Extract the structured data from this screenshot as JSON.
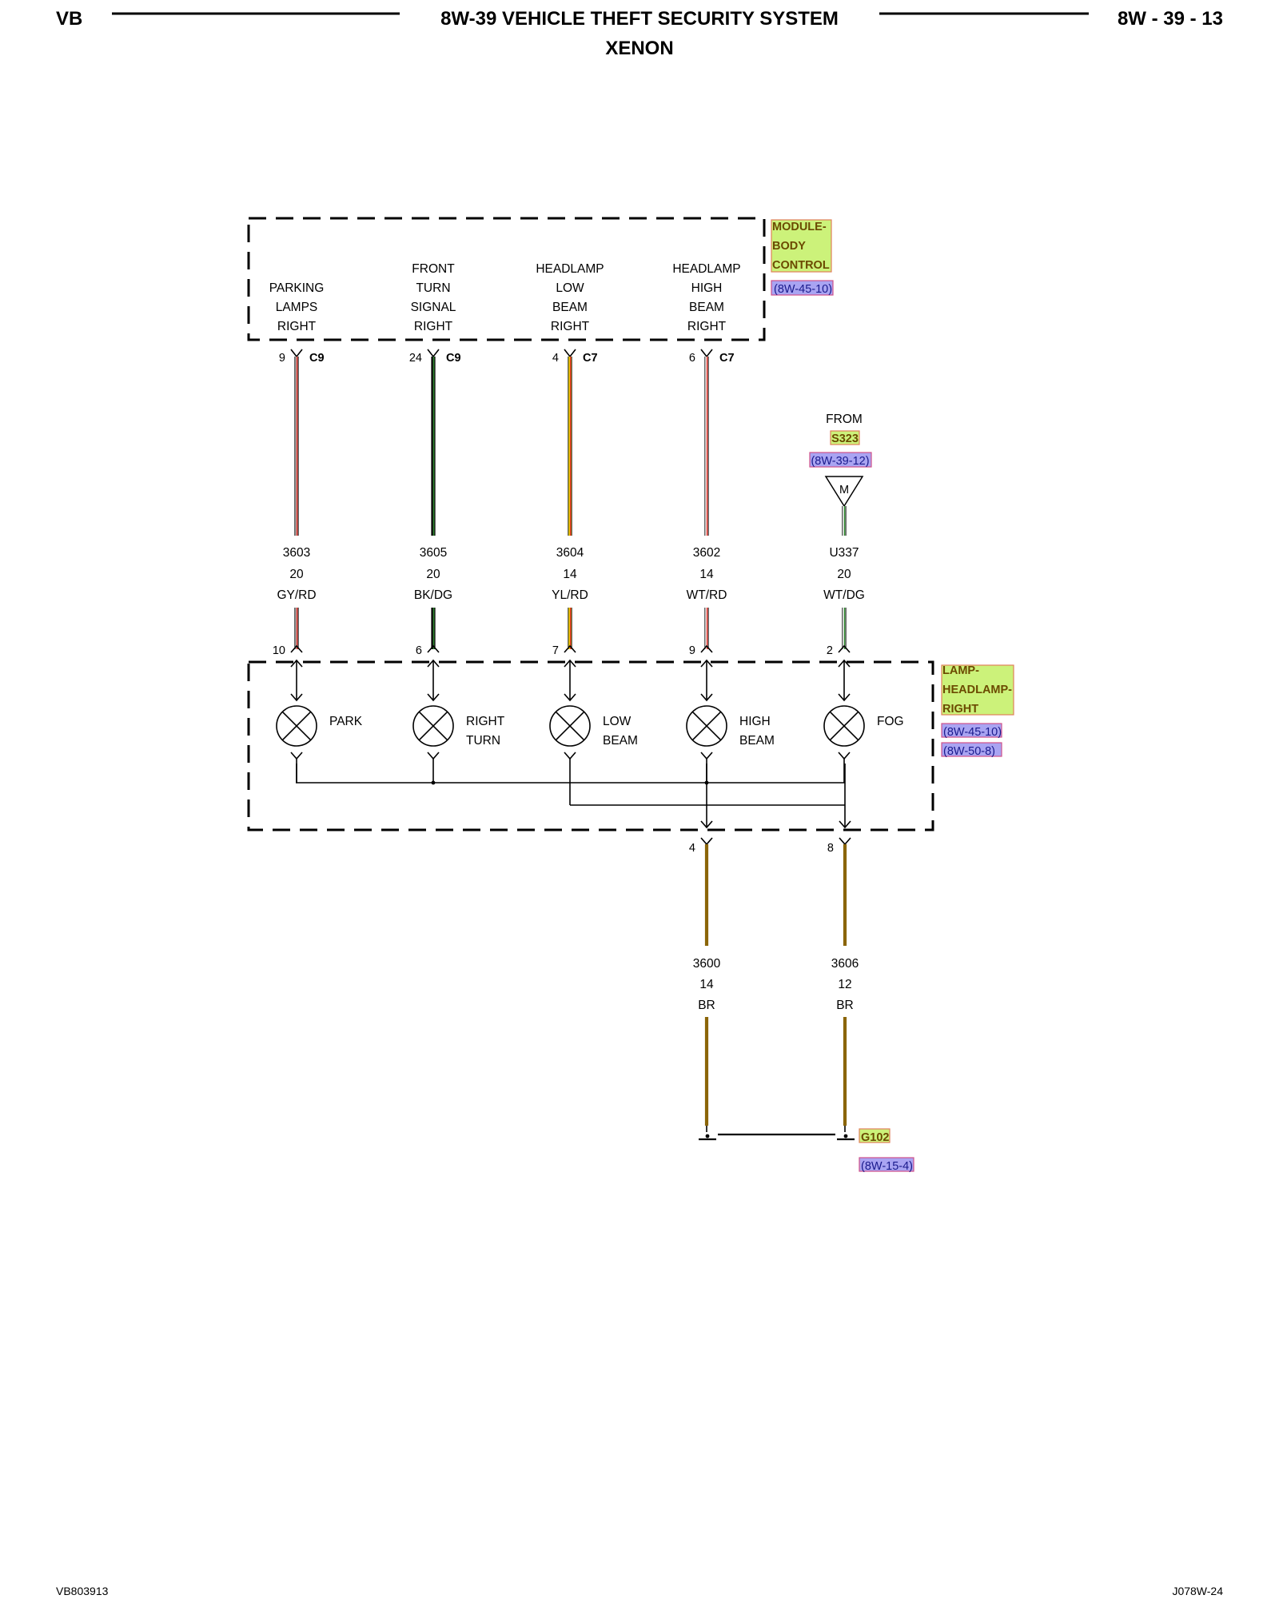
{
  "header": {
    "left": "VB",
    "title": "8W-39 VEHICLE THEFT SECURITY SYSTEM",
    "subtitle": "XENON",
    "page": "8W - 39 - 13"
  },
  "footer": {
    "left": "VB803913",
    "right": "J078W-24"
  },
  "module": {
    "name_lines": [
      "MODULE-",
      "BODY",
      "CONTROL"
    ],
    "ref": "(8W-45-10)",
    "circuits": [
      {
        "lines": [
          "PARKING",
          "LAMPS",
          "RIGHT"
        ],
        "pin": "9",
        "connector": "C9"
      },
      {
        "lines": [
          "FRONT",
          "TURN",
          "SIGNAL",
          "RIGHT"
        ],
        "pin": "24",
        "connector": "C9"
      },
      {
        "lines": [
          "HEADLAMP",
          "LOW",
          "BEAM",
          "RIGHT"
        ],
        "pin": "4",
        "connector": "C7"
      },
      {
        "lines": [
          "HEADLAMP",
          "HIGH",
          "BEAM",
          "RIGHT"
        ],
        "pin": "6",
        "connector": "C7"
      }
    ]
  },
  "splice_source": {
    "from": "FROM",
    "splice": "S323",
    "ref": "(8W-39-12)",
    "symbol": "M"
  },
  "wires": [
    {
      "circuit": "3603",
      "gauge": "20",
      "color": "GY/RD",
      "base": "#b9b9b9",
      "stripe": "#e8332a"
    },
    {
      "circuit": "3605",
      "gauge": "20",
      "color": "BK/DG",
      "base": "#111111",
      "stripe": "#2e8b2e"
    },
    {
      "circuit": "3604",
      "gauge": "14",
      "color": "YL/RD",
      "base": "#f5e000",
      "stripe": "#e8332a"
    },
    {
      "circuit": "3602",
      "gauge": "14",
      "color": "WT/RD",
      "base": "#ffffff",
      "stripe": "#e8332a"
    },
    {
      "circuit": "U337",
      "gauge": "20",
      "color": "WT/DG",
      "base": "#ffffff",
      "stripe": "#2e8b2e"
    }
  ],
  "lamp": {
    "name_lines": [
      "LAMP-",
      "HEADLAMP-",
      "RIGHT"
    ],
    "refs": [
      "(8W-45-10)",
      "(8W-50-8)"
    ],
    "input_pins": [
      "10",
      "6",
      "7",
      "9",
      "2"
    ],
    "bulbs": [
      [
        "PARK"
      ],
      [
        "RIGHT",
        "TURN"
      ],
      [
        "LOW",
        "BEAM"
      ],
      [
        "HIGH",
        "BEAM"
      ],
      [
        "FOG"
      ]
    ],
    "ground_pins": [
      "4",
      "8"
    ]
  },
  "ground_wires": [
    {
      "circuit": "3600",
      "gauge": "14",
      "color": "BR",
      "base": "#8b6508"
    },
    {
      "circuit": "3606",
      "gauge": "12",
      "color": "BR",
      "base": "#8b6508"
    }
  ],
  "ground": {
    "name": "G102",
    "ref": "(8W-15-4)"
  },
  "colors": {
    "tag_fill": "#ccf27a",
    "tag_border": "#e0805a",
    "ref_fill": "#a9a4f2",
    "ref_border": "#d0508a",
    "brown": "#8b6508"
  }
}
